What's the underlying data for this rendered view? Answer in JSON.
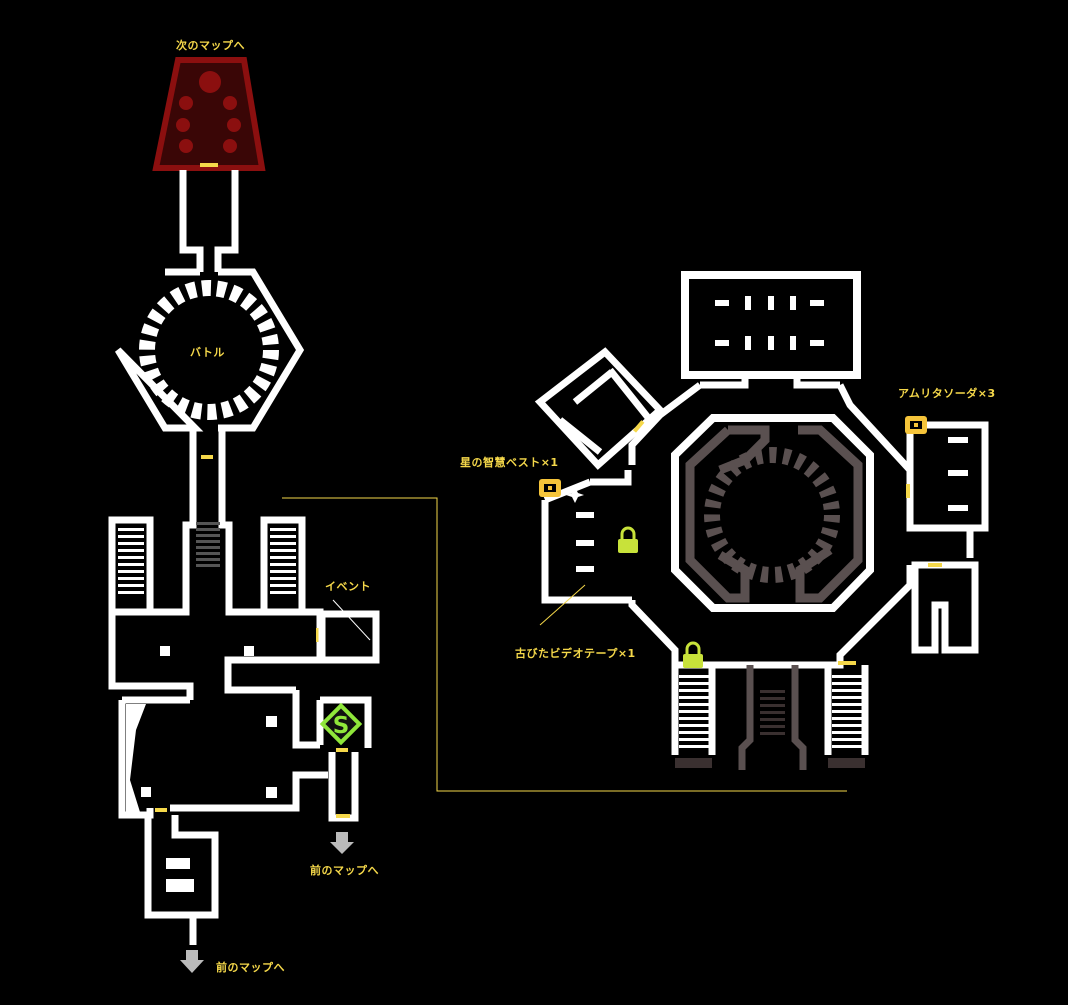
{
  "labels": {
    "next_map": "次のマップへ",
    "battle": "バトル",
    "event": "イベント",
    "prev_map_1": "前のマップへ",
    "prev_map_2": "前のマップへ",
    "item_amrita": "アムリタソーダ×3",
    "item_vest": "星の智慧ベスト×1",
    "item_video": "古びたビデオテープ×1"
  },
  "icons": {
    "save_point": "S",
    "lock": "lock-icon",
    "chest": "chest-icon",
    "arrow": "arrow-down-icon",
    "sparkle": "sparkle-icon"
  },
  "colors": {
    "background": "#000000",
    "wall": "#ffffff",
    "door": "#f5d84a",
    "label": "#f5d84a",
    "boss_room": "#5a0a0a",
    "boss_outline": "#8b0f0f",
    "inner_ring": "#5a5050",
    "save": "#8fe63a",
    "lock": "#c8e23a",
    "arrow": "#bbbbbb"
  }
}
